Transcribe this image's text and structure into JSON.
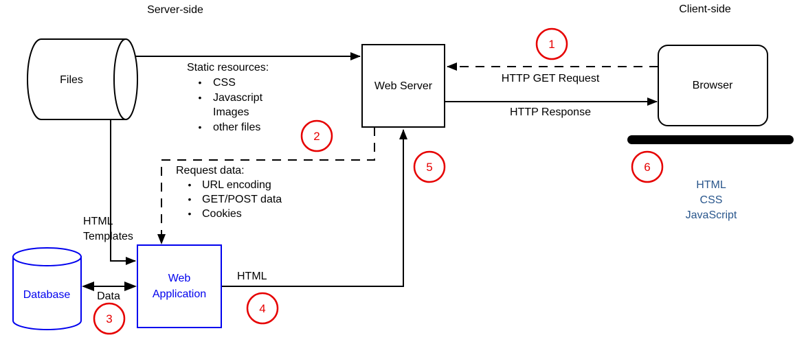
{
  "section_labels": {
    "server_side": "Server-side",
    "client_side": "Client-side"
  },
  "nodes": {
    "files": "Files",
    "web_server": "Web Server",
    "browser": "Browser",
    "database": "Database",
    "web_application_line1": "Web",
    "web_application_line2": "Application"
  },
  "annotations": {
    "bullet": "•",
    "static_resources_title": "Static resources:",
    "static_resources_items": [
      "CSS",
      "Javascript",
      "Images",
      "other files"
    ],
    "request_data_title": "Request data:",
    "request_data_items": [
      "URL encoding",
      "GET/POST data",
      "Cookies"
    ]
  },
  "edge_labels": {
    "http_get_request": "HTTP GET Request",
    "http_response": "HTTP Response",
    "html_templates_line1": "HTML",
    "html_templates_line2": "Templates",
    "data": "Data",
    "html": "HTML"
  },
  "client_stack": [
    "HTML",
    "CSS",
    "JavaScript"
  ],
  "step_badges": [
    "1",
    "2",
    "3",
    "4",
    "5",
    "6"
  ],
  "colors": {
    "shape_stroke": "#000000",
    "accent_blue": "#0000ee",
    "badge_red": "#e60000",
    "client_stack_blue": "#29568c",
    "background": "#ffffff"
  }
}
